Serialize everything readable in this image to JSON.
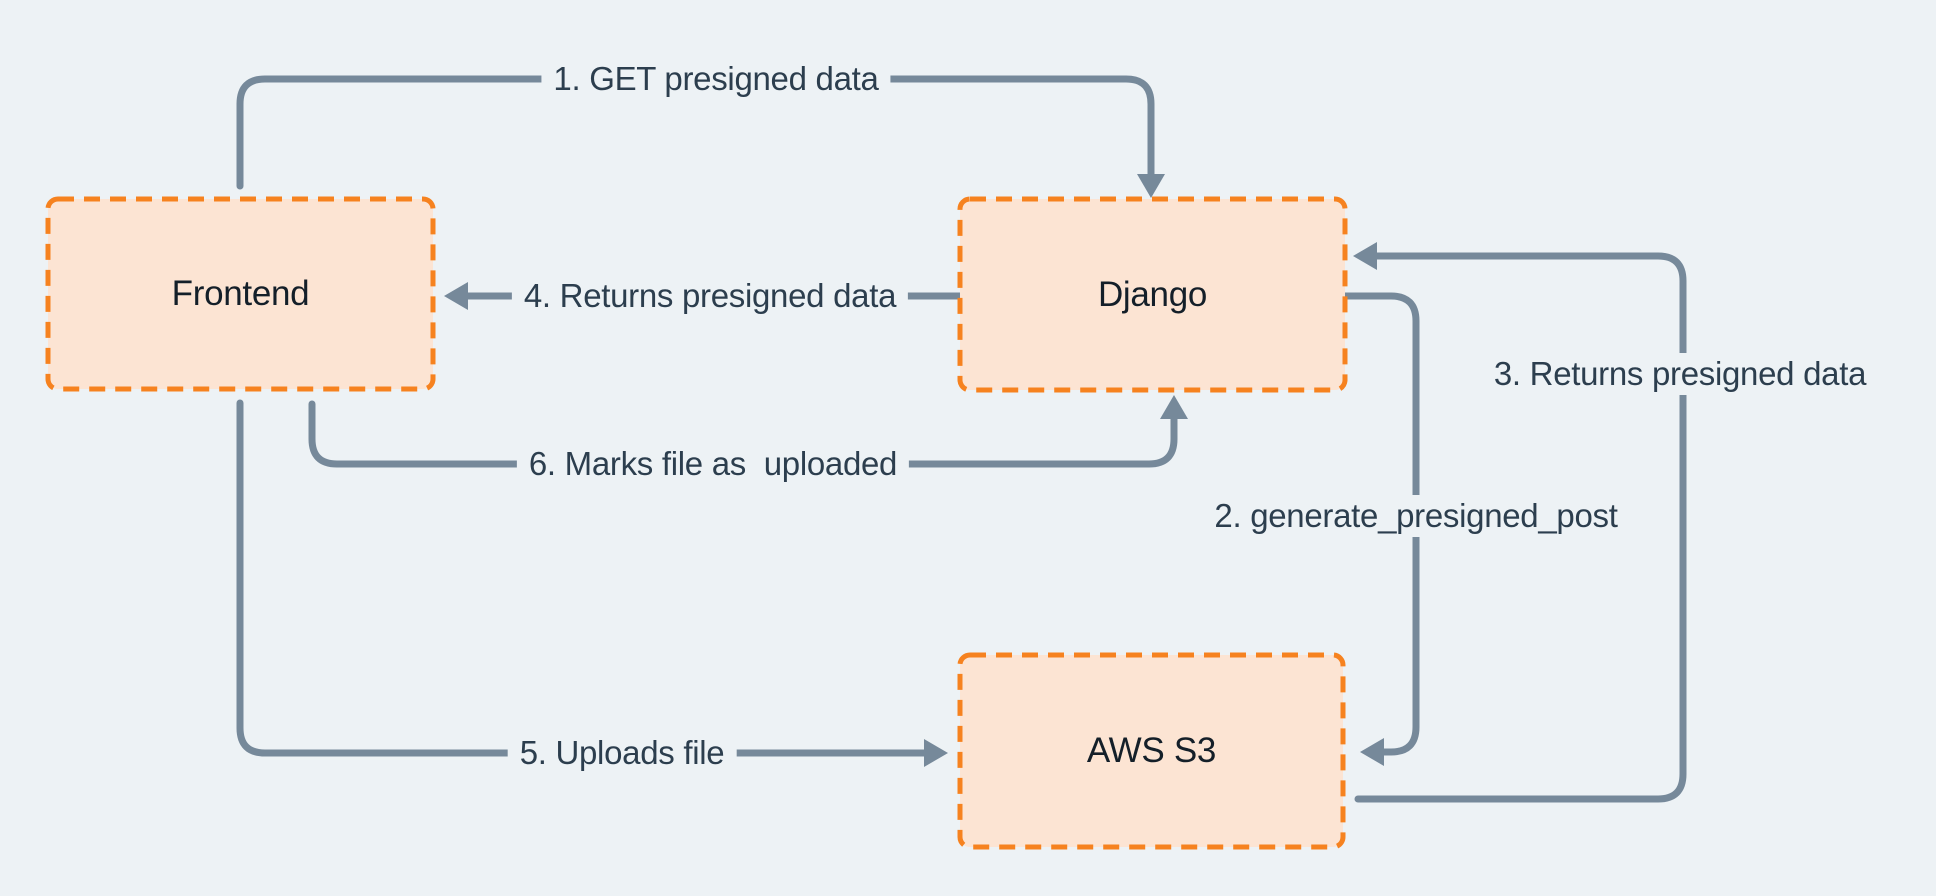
{
  "diagram": {
    "type": "flow",
    "nodes": [
      {
        "id": "frontend",
        "label": "Frontend"
      },
      {
        "id": "django",
        "label": "Django"
      },
      {
        "id": "aws_s3",
        "label": "AWS S3"
      }
    ],
    "edges": [
      {
        "step": 1,
        "label": "1. GET presigned data",
        "from": "Frontend",
        "to": "Django"
      },
      {
        "step": 2,
        "label": "2. generate_presigned_post",
        "from": "Django",
        "to": "AWS S3"
      },
      {
        "step": 3,
        "label": "3. Returns presigned data",
        "from": "AWS S3",
        "to": "Django"
      },
      {
        "step": 4,
        "label": "4. Returns presigned data",
        "from": "Django",
        "to": "Frontend"
      },
      {
        "step": 5,
        "label": "5. Uploads file",
        "from": "Frontend",
        "to": "AWS S3"
      },
      {
        "step": 6,
        "label": "6. Marks file as  uploaded",
        "from": "Frontend",
        "to": "Django"
      }
    ],
    "colors": {
      "background": "#edf2f5",
      "node_fill": "#fce4d3",
      "node_border": "#f6821f",
      "connector": "#76899a",
      "edge_label_text": "#2c3e4e",
      "node_label_text": "#141f29"
    }
  }
}
